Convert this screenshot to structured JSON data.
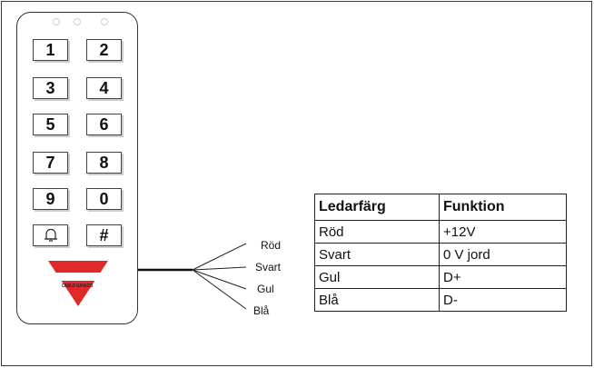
{
  "keypad": {
    "keys": [
      "1",
      "2",
      "3",
      "4",
      "5",
      "6",
      "7",
      "8",
      "9",
      "0",
      "bell-icon",
      "#"
    ],
    "logo": {
      "brand": "CARLO GAVAZZI",
      "triangle_color": "#e02a2a"
    }
  },
  "wires": [
    {
      "label": "Röd"
    },
    {
      "label": "Svart"
    },
    {
      "label": "Gul"
    },
    {
      "label": "Blå"
    }
  ],
  "table": {
    "headers": [
      "Ledarfärg",
      "Funktion"
    ],
    "rows": [
      [
        "Röd",
        "+12V"
      ],
      [
        "Svart",
        "0 V jord"
      ],
      [
        "Gul",
        "D+"
      ],
      [
        "Blå",
        "D-"
      ]
    ]
  }
}
